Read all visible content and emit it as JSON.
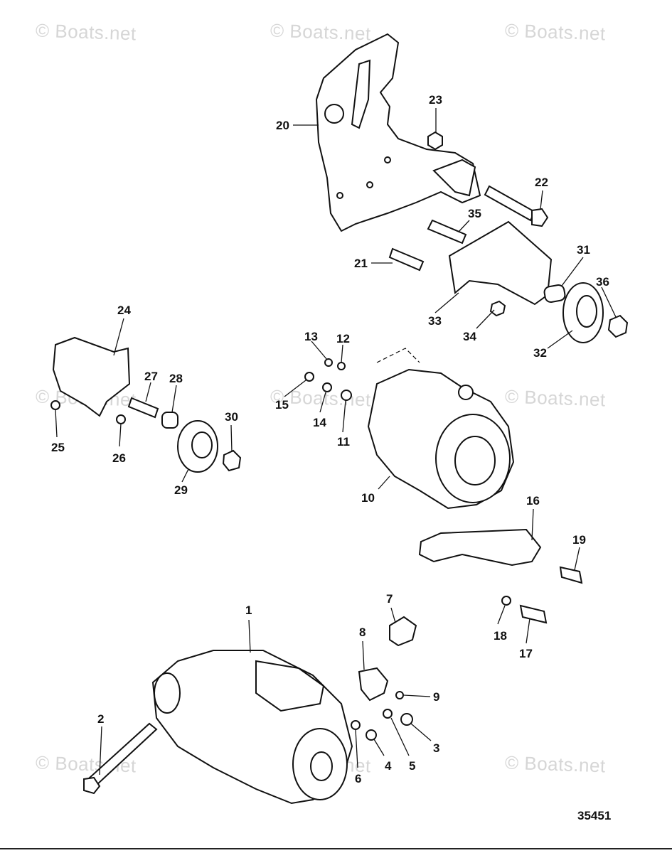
{
  "watermark": "© Boats.net",
  "diagram_id": "35451",
  "callouts": [
    "1",
    "2",
    "3",
    "4",
    "5",
    "6",
    "7",
    "8",
    "9",
    "10",
    "11",
    "12",
    "13",
    "14",
    "15",
    "16",
    "17",
    "18",
    "19",
    "20",
    "21",
    "22",
    "23",
    "24",
    "25",
    "26",
    "27",
    "28",
    "29",
    "30",
    "31",
    "32",
    "33",
    "34",
    "35",
    "36"
  ]
}
